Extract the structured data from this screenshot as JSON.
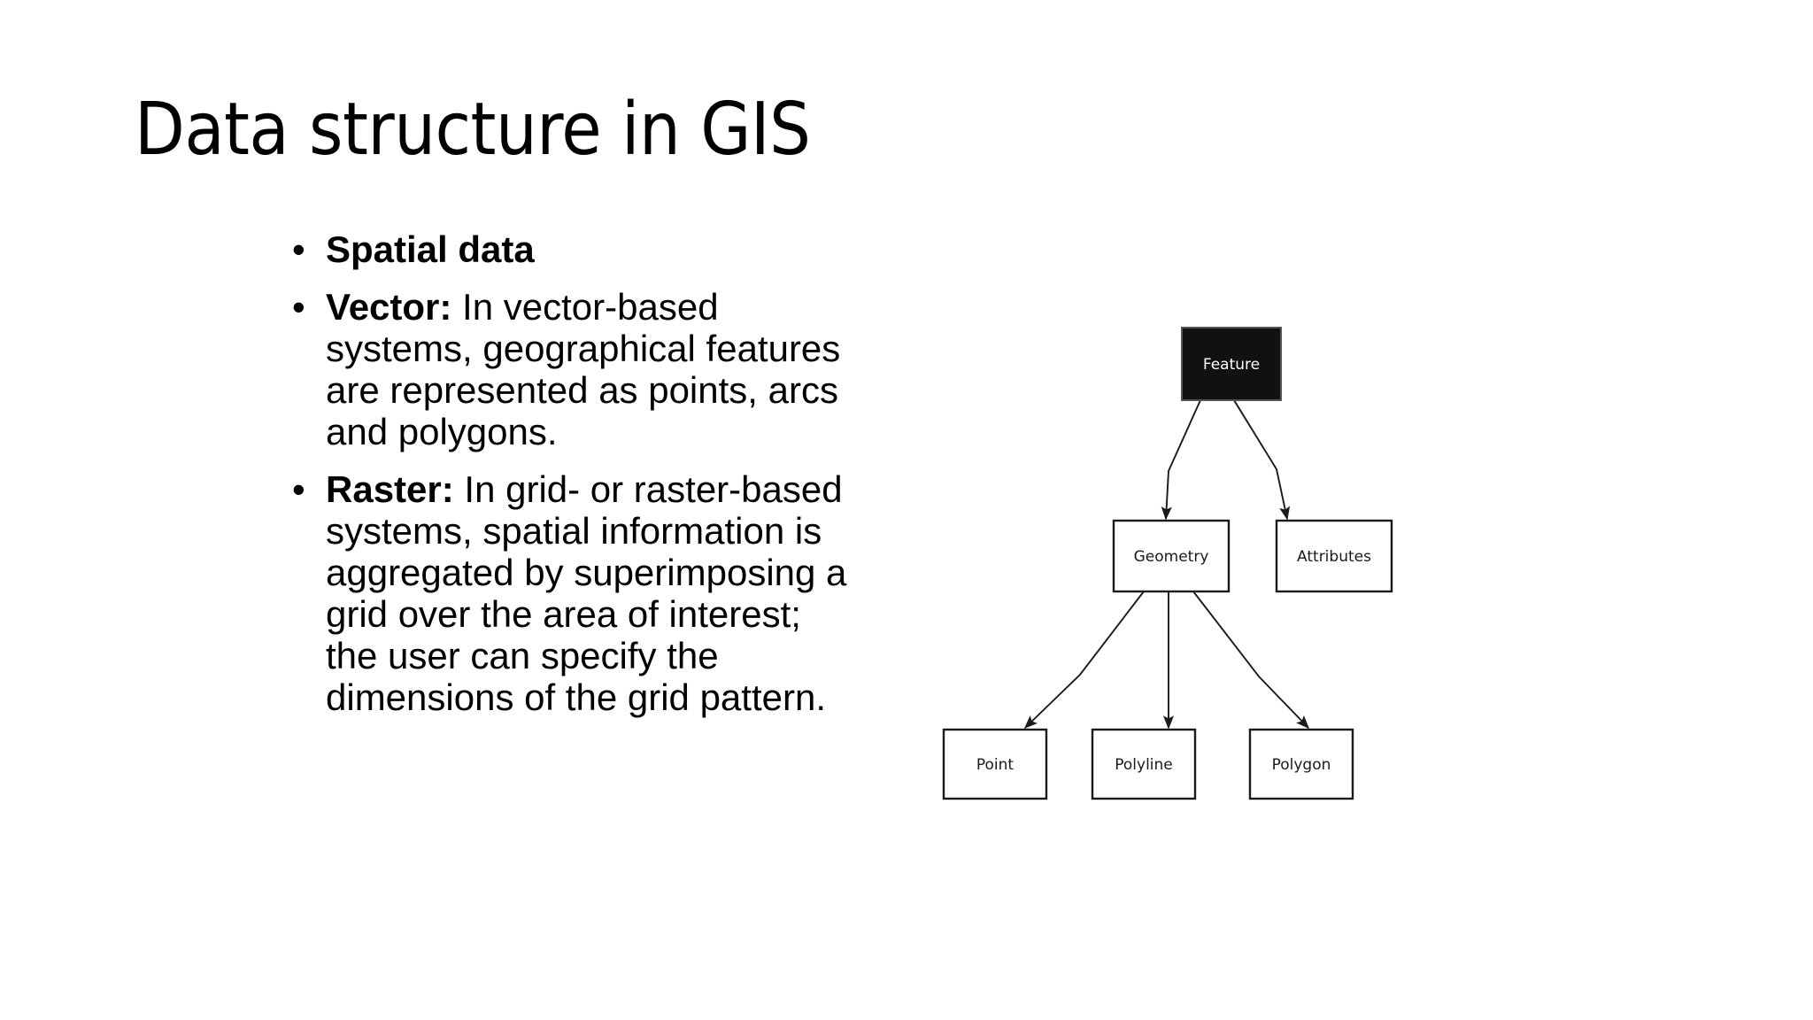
{
  "slide": {
    "title": "Data structure in GIS",
    "bullet_marker": "•",
    "bullets": [
      {
        "lead": "Spatial data",
        "rest": ""
      },
      {
        "lead": "Vector:",
        "rest": " In vector-based systems, geographical features are represented as points, arcs and polygons."
      },
      {
        "lead": "Raster:",
        "rest": " In grid- or raster-based systems, spatial information is aggregated by superimposing a grid over the area of interest; the user can specify the dimensions of the grid pattern."
      }
    ]
  },
  "diagram": {
    "type": "hierarchy-tree",
    "nodes": {
      "feature": "Feature",
      "geometry": "Geometry",
      "attributes": "Attributes",
      "point": "Point",
      "polyline": "Polyline",
      "polygon": "Polygon"
    },
    "edges": [
      {
        "from": "Feature",
        "to": "Geometry"
      },
      {
        "from": "Feature",
        "to": "Attributes"
      },
      {
        "from": "Geometry",
        "to": "Point"
      },
      {
        "from": "Geometry",
        "to": "Polyline"
      },
      {
        "from": "Geometry",
        "to": "Polygon"
      }
    ],
    "colors": {
      "root_fill": "#111111",
      "root_text": "#ffffff",
      "node_fill": "#ffffff",
      "node_stroke": "#1a1a1a",
      "edge": "#1a1a1a"
    }
  }
}
